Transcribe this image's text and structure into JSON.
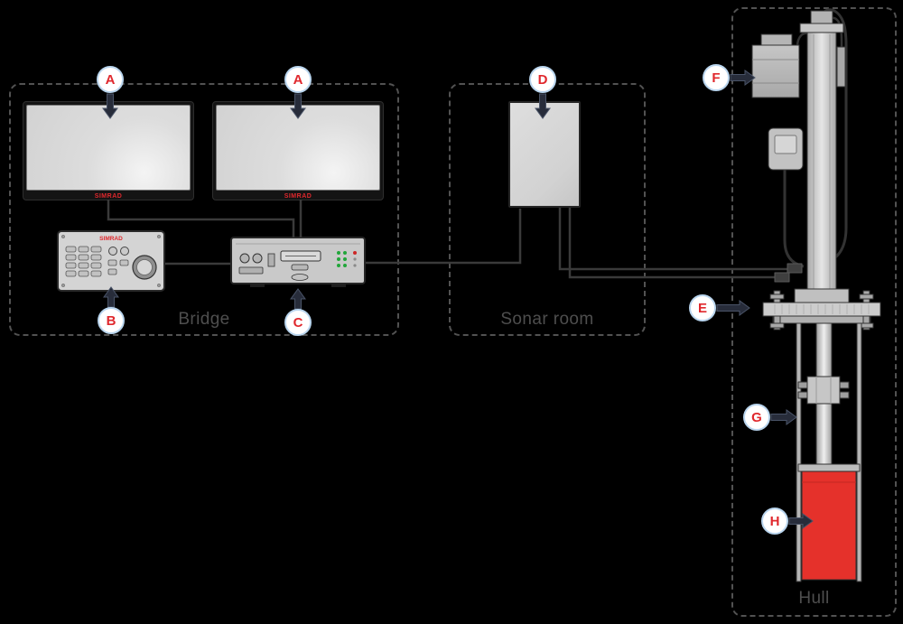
{
  "sections": {
    "bridge": {
      "label": "Bridge"
    },
    "sonar_room": {
      "label": "Sonar room"
    },
    "hull": {
      "label": "Hull"
    }
  },
  "branding": {
    "monitor_port": "SIMRAD",
    "monitor_starboard": "SIMRAD",
    "operating_panel": "SIMRAD"
  },
  "callouts": {
    "a1": {
      "letter": "A"
    },
    "a2": {
      "letter": "A"
    },
    "b": {
      "letter": "B"
    },
    "c": {
      "letter": "C"
    },
    "d": {
      "letter": "D"
    },
    "e": {
      "letter": "E"
    },
    "f": {
      "letter": "F"
    },
    "g": {
      "letter": "G"
    },
    "h": {
      "letter": "H"
    }
  },
  "colors": {
    "background": "#000000",
    "callout_letter_red": "#e0282d",
    "callout_ring_blue": "#b9d5ee",
    "brand_red": "#e0282d",
    "transducer_red": "#e5312b",
    "section_outline_gray": "#525252",
    "arrow_navy": "#272c3a"
  }
}
